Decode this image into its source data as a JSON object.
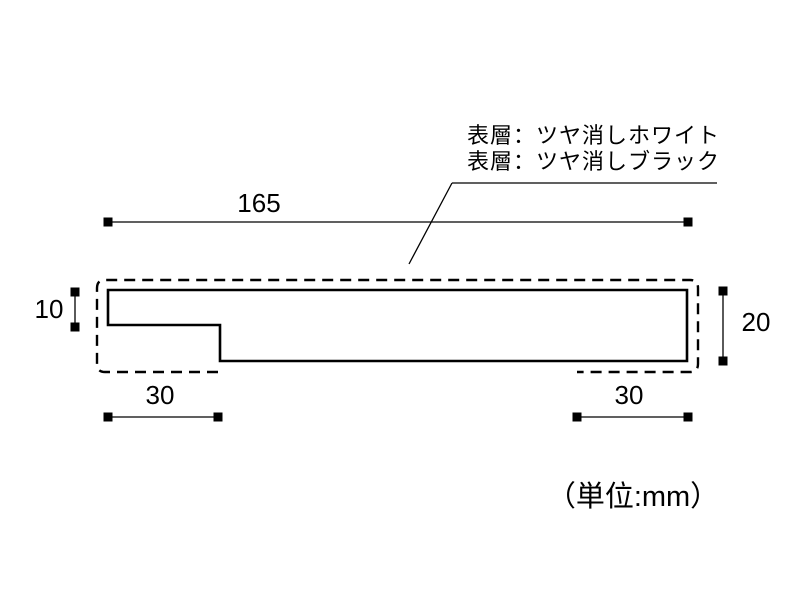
{
  "drawing": {
    "surface_labels": {
      "white": "表層：ツヤ消しホワイト",
      "black": "表層：ツヤ消しブラック"
    },
    "dimensions": {
      "total_width": "165",
      "left_edge_thickness": "10",
      "right_thickness": "20",
      "bottom_left_width": "30",
      "bottom_right_width": "30"
    },
    "unit_note": "（単位:mm）",
    "colors": {
      "line": "#000000",
      "background": "#ffffff"
    }
  }
}
